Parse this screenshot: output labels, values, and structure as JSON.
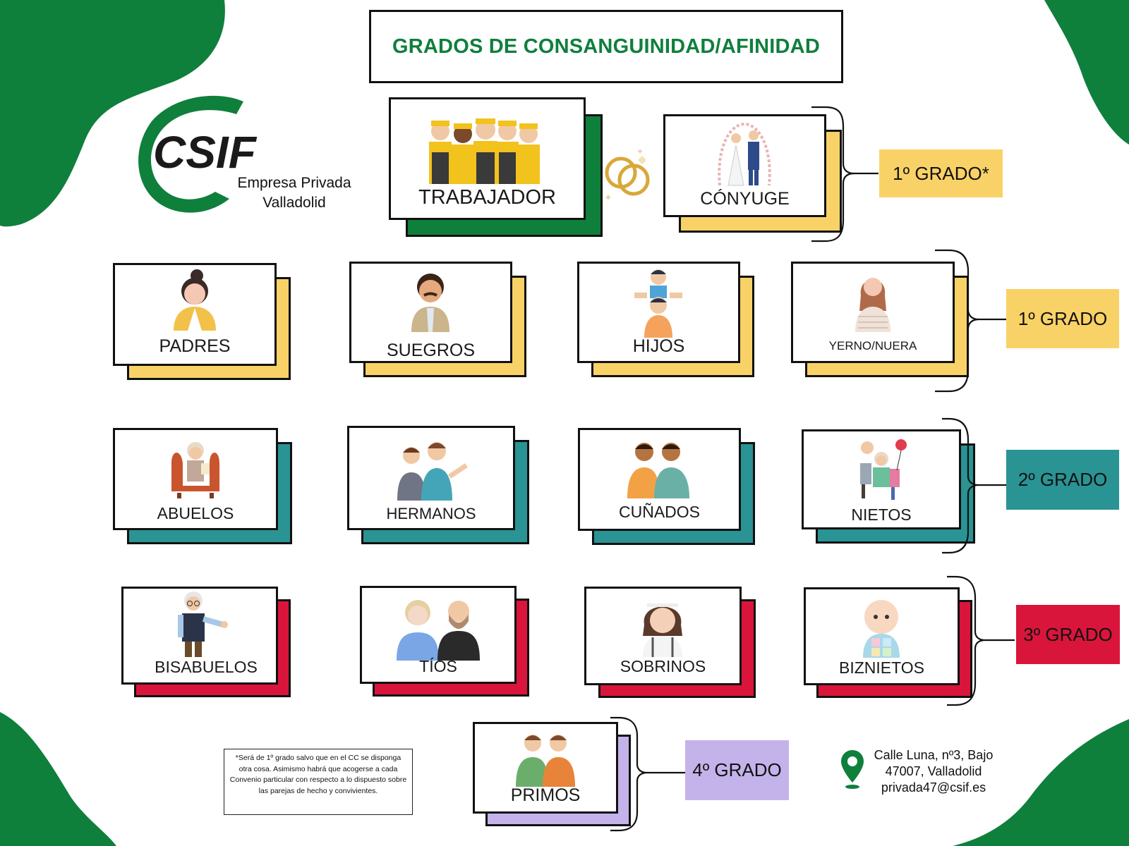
{
  "title": "GRADOS DE CONSANGUINIDAD/AFINIDAD",
  "logo": {
    "brand": "CSIF",
    "line1": "Empresa Privada",
    "line2": "Valladolid"
  },
  "colors": {
    "green": "#0f7f3c",
    "yellow": "#f9d267",
    "teal": "#2a9393",
    "red": "#d9153c",
    "lavender": "#c4b3ea"
  },
  "row0": {
    "worker": "TRABAJADOR",
    "spouse": "CÓNYUGE",
    "grade": "1º GRADO*"
  },
  "row1": {
    "items": [
      "PADRES",
      "SUEGROS",
      "HIJOS",
      "YERNO/NUERA"
    ],
    "grade": "1º GRADO"
  },
  "row2": {
    "items": [
      "ABUELOS",
      "HERMANOS",
      "CUÑADOS",
      "NIETOS"
    ],
    "grade": "2º GRADO"
  },
  "row3": {
    "items": [
      "BISABUELOS",
      "TÍOS",
      "SOBRINOS",
      "BIZNIETOS"
    ],
    "grade": "3º GRADO"
  },
  "row4": {
    "item": "PRIMOS",
    "grade": "4º GRADO"
  },
  "note": "*Será de 1º grado salvo que en el CC se disponga otra cosa. Asimismo habrá que acogerse a cada Convenio particular  con respecto a lo dispuesto sobre las parejas de hecho y convivientes.",
  "address": {
    "line1": "Calle Luna, nº3, Bajo",
    "line2": "47007, Valladolid",
    "email": "privada47@csif.es"
  },
  "icons": [
    "location-pin-icon",
    "wedding-rings-icon"
  ]
}
